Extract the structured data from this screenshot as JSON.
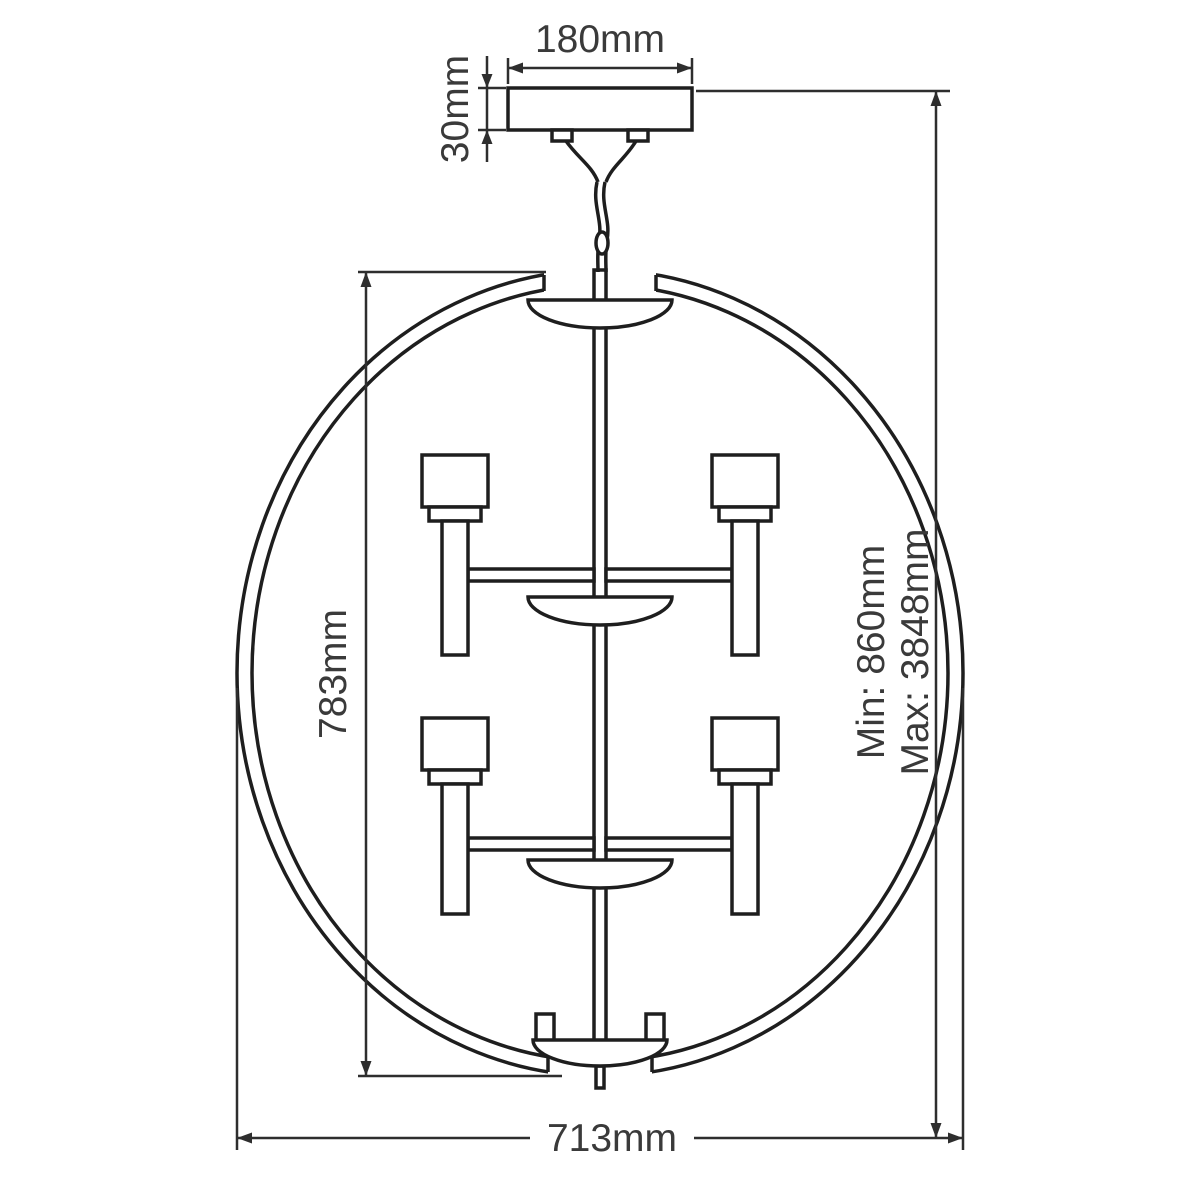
{
  "labels": {
    "canopy_width": "180mm",
    "canopy_height": "30mm",
    "fixture_height": "783mm",
    "fixture_width": "713mm",
    "drop_min": "Min: 860mm",
    "drop_max": "Max: 3848mm"
  },
  "colors": {
    "line": "#1e1e1e",
    "dimension_line": "#2e2e2e",
    "text": "#3a3a3a",
    "background": "#ffffff"
  }
}
